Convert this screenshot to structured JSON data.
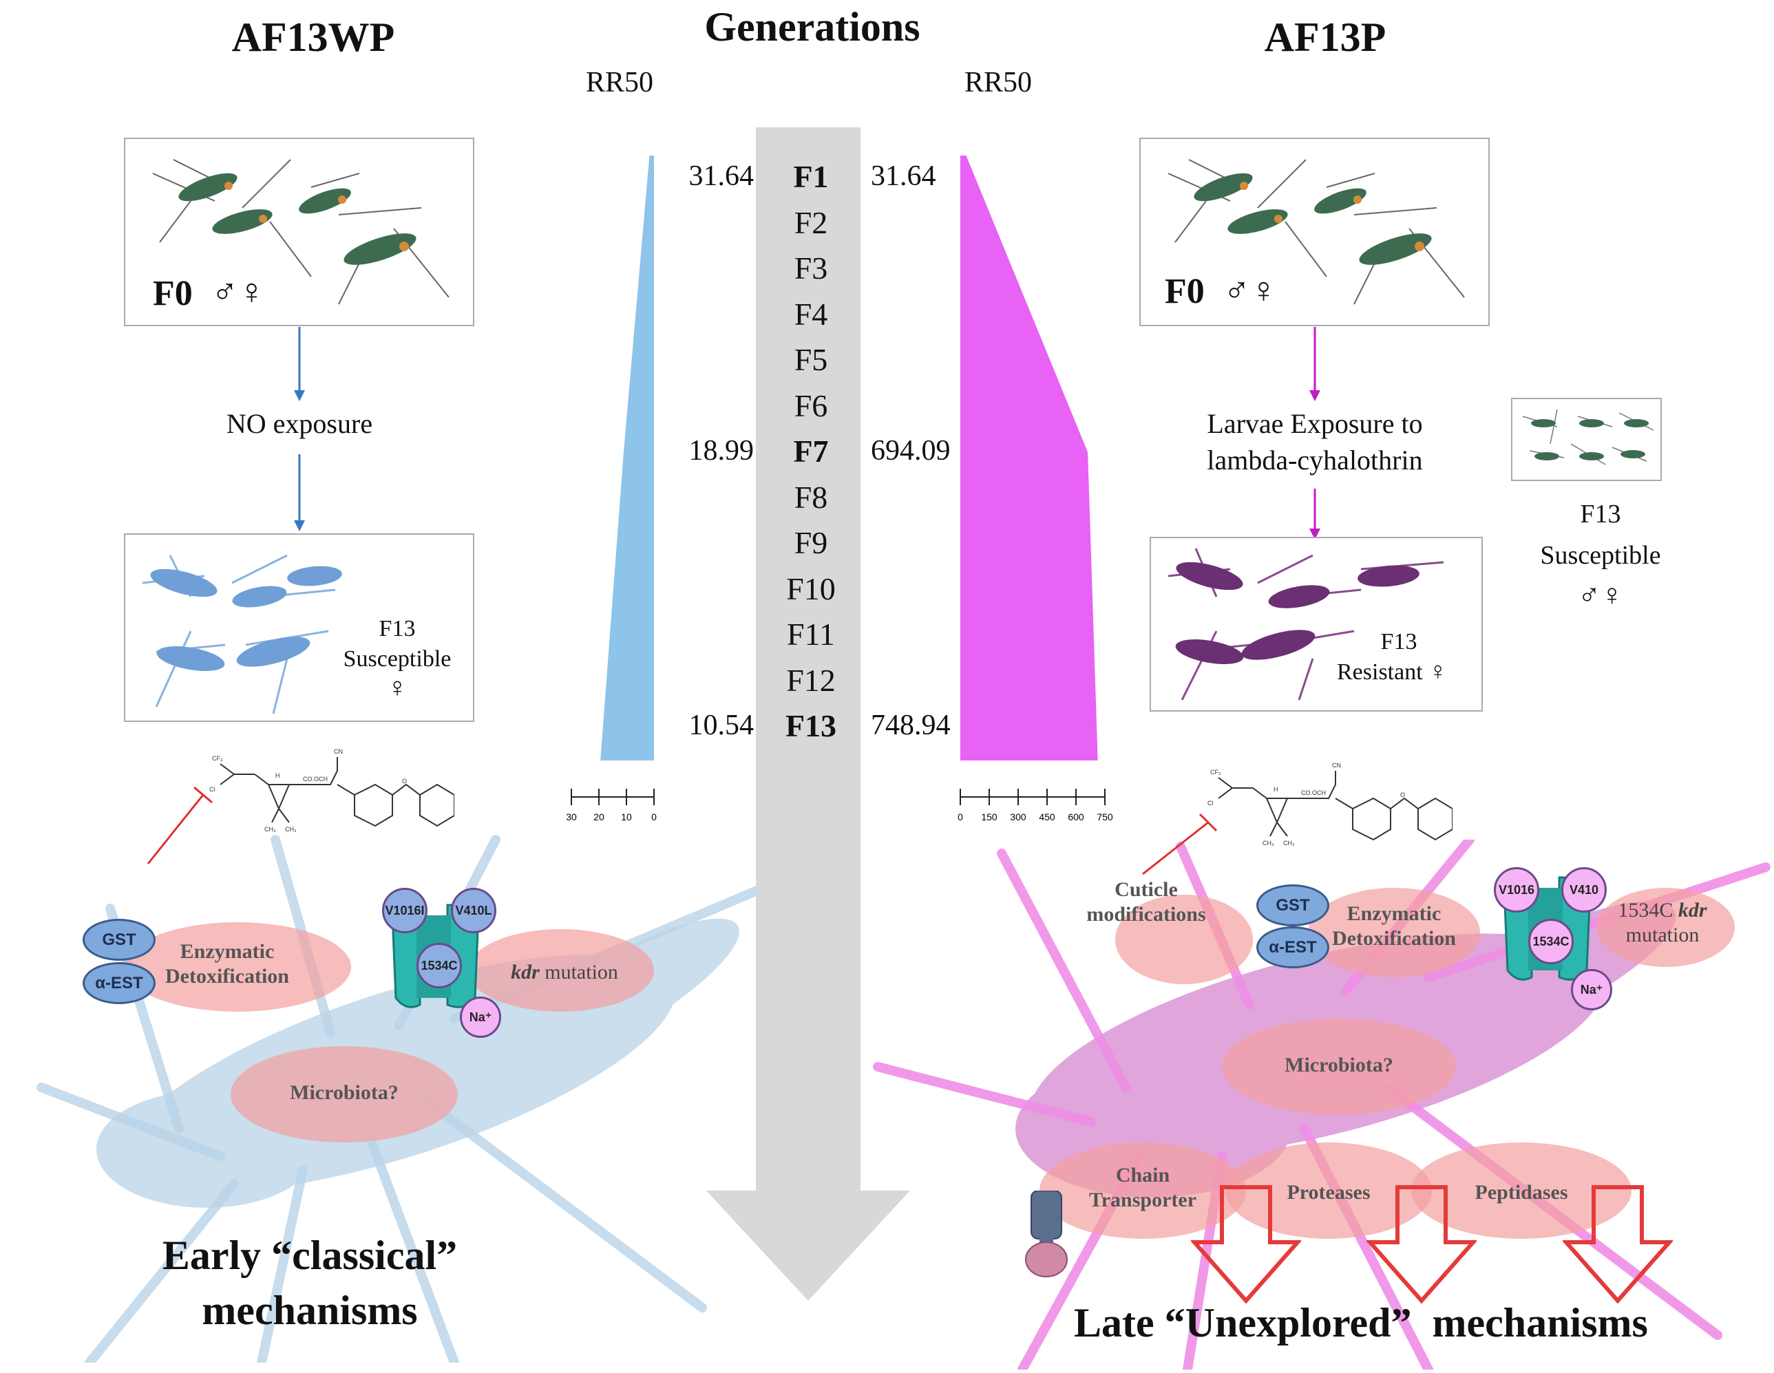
{
  "left": {
    "title": "AF13WP",
    "rr_label": "RR50",
    "f0_label": "F0",
    "f0_sex": "♂♀",
    "treatment": "NO exposure",
    "f13_label": "F13",
    "f13_status": "Susceptible",
    "f13_sex": "♀",
    "rr_values": [
      "31.64",
      "18.99",
      "10.54"
    ],
    "scale_ticks": [
      "30",
      "20",
      "10",
      "0"
    ],
    "mechanisms": {
      "enzyme1": "GST",
      "enzyme2": "α-EST",
      "detox": "Enzymatic Detoxification",
      "mut1": "V1016I",
      "mut2": "V410L",
      "mut3": "1534C",
      "ion": "Na⁺",
      "kdr_italic": "kdr",
      "kdr_rest": " mutation",
      "microbiota": "Microbiota?"
    },
    "caption_line1": "Early “classical”",
    "caption_line2": "mechanisms",
    "color": "#8ec3ea"
  },
  "center": {
    "title": "Generations",
    "generations": [
      "F1",
      "F2",
      "F3",
      "F4",
      "F5",
      "F6",
      "F7",
      "F8",
      "F9",
      "F10",
      "F11",
      "F12",
      "F13"
    ],
    "bold_generations": [
      "F1",
      "F7",
      "F13"
    ]
  },
  "right": {
    "title": "AF13P",
    "rr_label": "RR50",
    "f0_label": "F0",
    "f0_sex": "♂♀",
    "treatment_line1": "Larvae Exposure to",
    "treatment_line2": "lambda-cyhalothrin",
    "f13_label": "F13",
    "f13_status": "Resistant",
    "f13_sex": "♀",
    "side_label": "F13",
    "side_status": "Susceptible",
    "side_sex": "♂♀",
    "rr_values": [
      "31.64",
      "694.09",
      "748.94"
    ],
    "scale_ticks": [
      "0",
      "150",
      "300",
      "450",
      "600",
      "750"
    ],
    "mechanisms": {
      "cuticle": "Cuticle modifications",
      "enzyme1": "GST",
      "enzyme2": "α-EST",
      "detox": "Enzymatic Detoxification",
      "mut1": "V1016",
      "mut2": "V410",
      "mut3": "1534C",
      "ion": "Na⁺",
      "kdr_prefix": "1534C ",
      "kdr_italic": "kdr",
      "kdr_rest": "mutation",
      "microbiota": "Microbiota?",
      "chain": "Chain Transporter",
      "proteases": "Proteases",
      "peptidases": "Peptidases"
    },
    "caption": "Late “Unexplored”  mechanisms",
    "color": "#e762f5"
  },
  "chart_data": [
    {
      "type": "bar",
      "title": "",
      "xlabel": "RR50",
      "categories": [
        "F1",
        "F7",
        "F13"
      ],
      "values": [
        31.64,
        18.99,
        10.54
      ],
      "xlim": [
        30,
        0
      ]
    },
    {
      "type": "bar",
      "title": "",
      "xlabel": "RR50",
      "categories": [
        "F1",
        "F7",
        "F13"
      ],
      "values": [
        31.64,
        694.09,
        748.94
      ],
      "xlim": [
        0,
        750
      ]
    }
  ]
}
